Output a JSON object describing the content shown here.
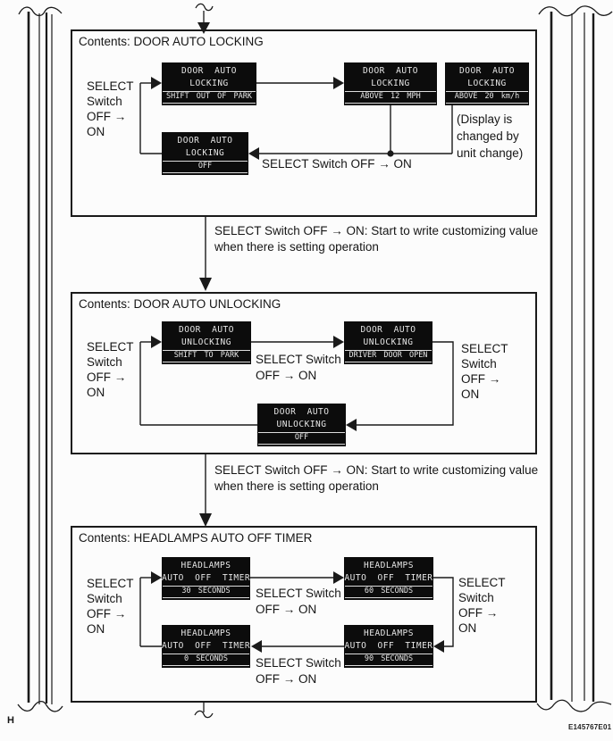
{
  "shared": {
    "select_single": "SELECT Switch OFF → ON",
    "select_two": [
      "SELECT Switch",
      "OFF → ON"
    ],
    "select_four": [
      "SELECT",
      "Switch",
      "OFF →",
      "ON"
    ],
    "write_note": [
      "SELECT Switch OFF → ON: Start to write customizing value",
      "when there is setting operation"
    ],
    "display_note": [
      "(Display is",
      "changed by",
      "unit change)"
    ]
  },
  "block1": {
    "title": "Contents: DOOR AUTO LOCKING",
    "lcd_shift_out_of_park": {
      "l1": "DOOR AUTO",
      "l2": "LOCKING",
      "value": "SHIFT OUT OF PARK"
    },
    "lcd_above_12_mph": {
      "l1": "DOOR AUTO",
      "l2": "LOCKING",
      "value": "ABOVE 12 MPH"
    },
    "lcd_above_20_kmh": {
      "l1": "DOOR AUTO",
      "l2": "LOCKING",
      "value": "ABOVE 20 km/h"
    },
    "lcd_off": {
      "l1": "DOOR AUTO",
      "l2": "LOCKING",
      "value": "OFF"
    }
  },
  "block2": {
    "title": "Contents: DOOR AUTO UNLOCKING",
    "lcd_shift_to_park": {
      "l1": "DOOR AUTO",
      "l2": "UNLOCKING",
      "value": "SHIFT TO PARK"
    },
    "lcd_driver_door_open": {
      "l1": "DOOR AUTO",
      "l2": "UNLOCKING",
      "value": "DRIVER DOOR OPEN"
    },
    "lcd_off": {
      "l1": "DOOR AUTO",
      "l2": "UNLOCKING",
      "value": "OFF"
    }
  },
  "block3": {
    "title": "Contents: HEADLAMPS AUTO OFF TIMER",
    "lcd_30": {
      "l1": "HEADLAMPS",
      "l2": "AUTO OFF TIMER",
      "value": "30 SECONDS"
    },
    "lcd_60": {
      "l1": "HEADLAMPS",
      "l2": "AUTO OFF TIMER",
      "value": "60 SECONDS"
    },
    "lcd_90": {
      "l1": "HEADLAMPS",
      "l2": "AUTO OFF TIMER",
      "value": "90 SECONDS"
    },
    "lcd_0": {
      "l1": "HEADLAMPS",
      "l2": "AUTO OFF TIMER",
      "value": "0 SECONDS"
    }
  },
  "footer": {
    "page_letter": "H",
    "figure_code": "E145767E01"
  }
}
